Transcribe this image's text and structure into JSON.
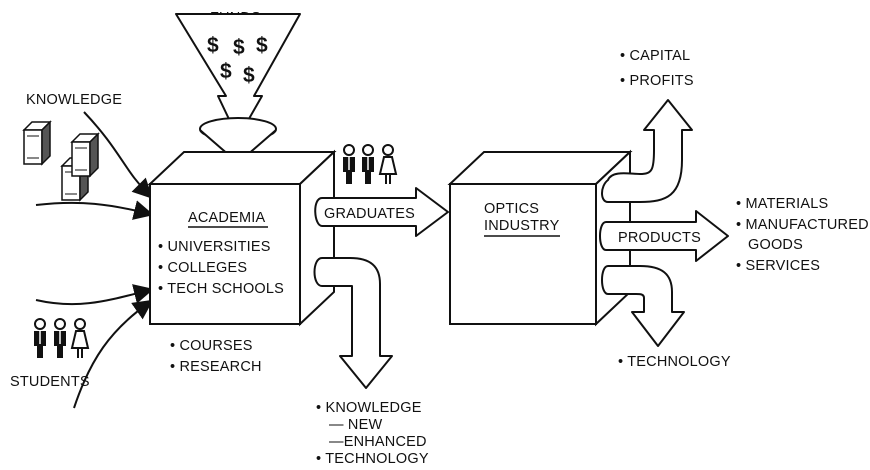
{
  "funds": {
    "label": "FUNDS",
    "symbol": "$"
  },
  "inputs": {
    "knowledge": "KNOWLEDGE",
    "students": "STUDENTS"
  },
  "academia": {
    "title": "ACADEMIA",
    "items": [
      "• UNIVERSITIES",
      "• COLLEGES",
      "• TECH SCHOOLS"
    ],
    "activities": [
      "• COURSES",
      "• RESEARCH"
    ]
  },
  "graduates": {
    "label": "GRADUATES"
  },
  "academia_outputs": [
    "• KNOWLEDGE",
    "— NEW",
    "—ENHANCED",
    "• TECHNOLOGY"
  ],
  "industry": {
    "title_line1": "OPTICS",
    "title_line2": "INDUSTRY"
  },
  "industry_top_outputs": [
    "• CAPITAL",
    "• PROFITS"
  ],
  "products": {
    "label": "PRODUCTS",
    "items": [
      "• MATERIALS",
      "• MANUFACTURED",
      "GOODS",
      "• SERVICES"
    ]
  },
  "industry_bottom_output": "• TECHNOLOGY",
  "colors": {
    "ink": "#111111",
    "box_face": "#ffffff",
    "book_shade": "#555555"
  }
}
